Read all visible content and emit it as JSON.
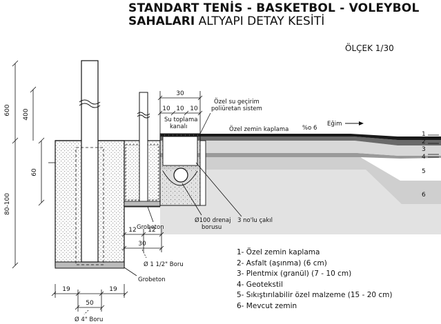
{
  "title": {
    "line1": "STANDART TENİS - BASKETBOL - VOLEYBOL",
    "line2_bold": "SAHALARI",
    "line2_rest": "ALTYAPI DETAY KESİTİ"
  },
  "scale": "ÖLÇEK 1/30",
  "labels": {
    "dim_600": "600",
    "dim_400": "400",
    "dim_60": "60",
    "dim_80_100": "80-100",
    "dim_30_top": "30",
    "dim_10a": "10",
    "dim_10b": "10",
    "dim_10c": "10",
    "su_toplama": "Su toplama",
    "kanali": "kanalı",
    "ozel_su_1": "Özel su geçirim",
    "ozel_su_2": "poliüretan sistem",
    "ozel_zemin": "Özel zemin kaplama",
    "egim": "Eğim",
    "egim_val": "%o 6",
    "grobeton1": "Grobeton",
    "drenaj1": "Ø100 drenaj",
    "drenaj2": "borusu",
    "cakil": "3 no'lu çakıl",
    "dim_12a": "12",
    "dim_12b": "12",
    "dim_30_mid": "30",
    "boru_small": "Ø 1 1/2\" Boru",
    "grobeton2": "Grobeton",
    "dim_19a": "19",
    "dim_19b": "19",
    "dim_50": "50",
    "boru_big": "Ø 4\" Boru",
    "layer_1": "1",
    "layer_2": "2",
    "layer_3": "3",
    "layer_4": "4",
    "layer_5": "5",
    "layer_6": "6"
  },
  "legend": [
    "1- Özel zemin kaplama",
    "2- Asfalt (aşınma) (6 cm)",
    "3- Plentmix (granül) (7 - 10 cm)",
    "4- Geotekstil",
    "5- Sıkıştırılabilir özel malzeme (15 - 20 cm)",
    "6- Mevcut zemin"
  ]
}
